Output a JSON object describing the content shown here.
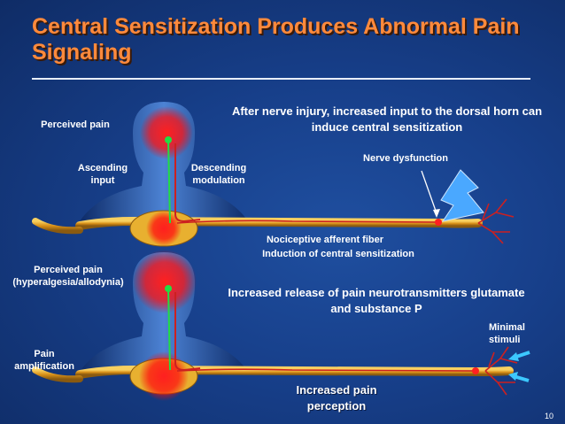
{
  "slide": {
    "title": "Central Sensitization Produces Abnormal Pain Signaling",
    "page_number": "10"
  },
  "top": {
    "heading": "After nerve injury, increased input to the dorsal horn can induce central sensitization",
    "perceived_pain": "Perceived pain",
    "ascending_input": "Ascending input",
    "descending_modulation": "Descending modulation",
    "nerve_dysfunction": "Nerve dysfunction",
    "nociceptive_fiber": "Nociceptive afferent fiber",
    "induction": "Induction of central sensitization"
  },
  "bottom": {
    "perceived_pain": "Perceived pain (hyperalgesia/allodynia)",
    "heading": "Increased release of pain neurotransmitters glutamate and substance P",
    "pain_amplification": "Pain amplification",
    "minimal_stimuli": "Minimal stimuli",
    "increased_perception": "Increased pain perception"
  },
  "colors": {
    "background": "#173f8a",
    "title": "#ff8a3c",
    "nerve": "#e0a020",
    "pain": "#ff1a1a",
    "ascending": "#22dd44",
    "descending": "#cc2020",
    "bolt": "#4aa8ff",
    "arrows": "#3cc8ff"
  }
}
